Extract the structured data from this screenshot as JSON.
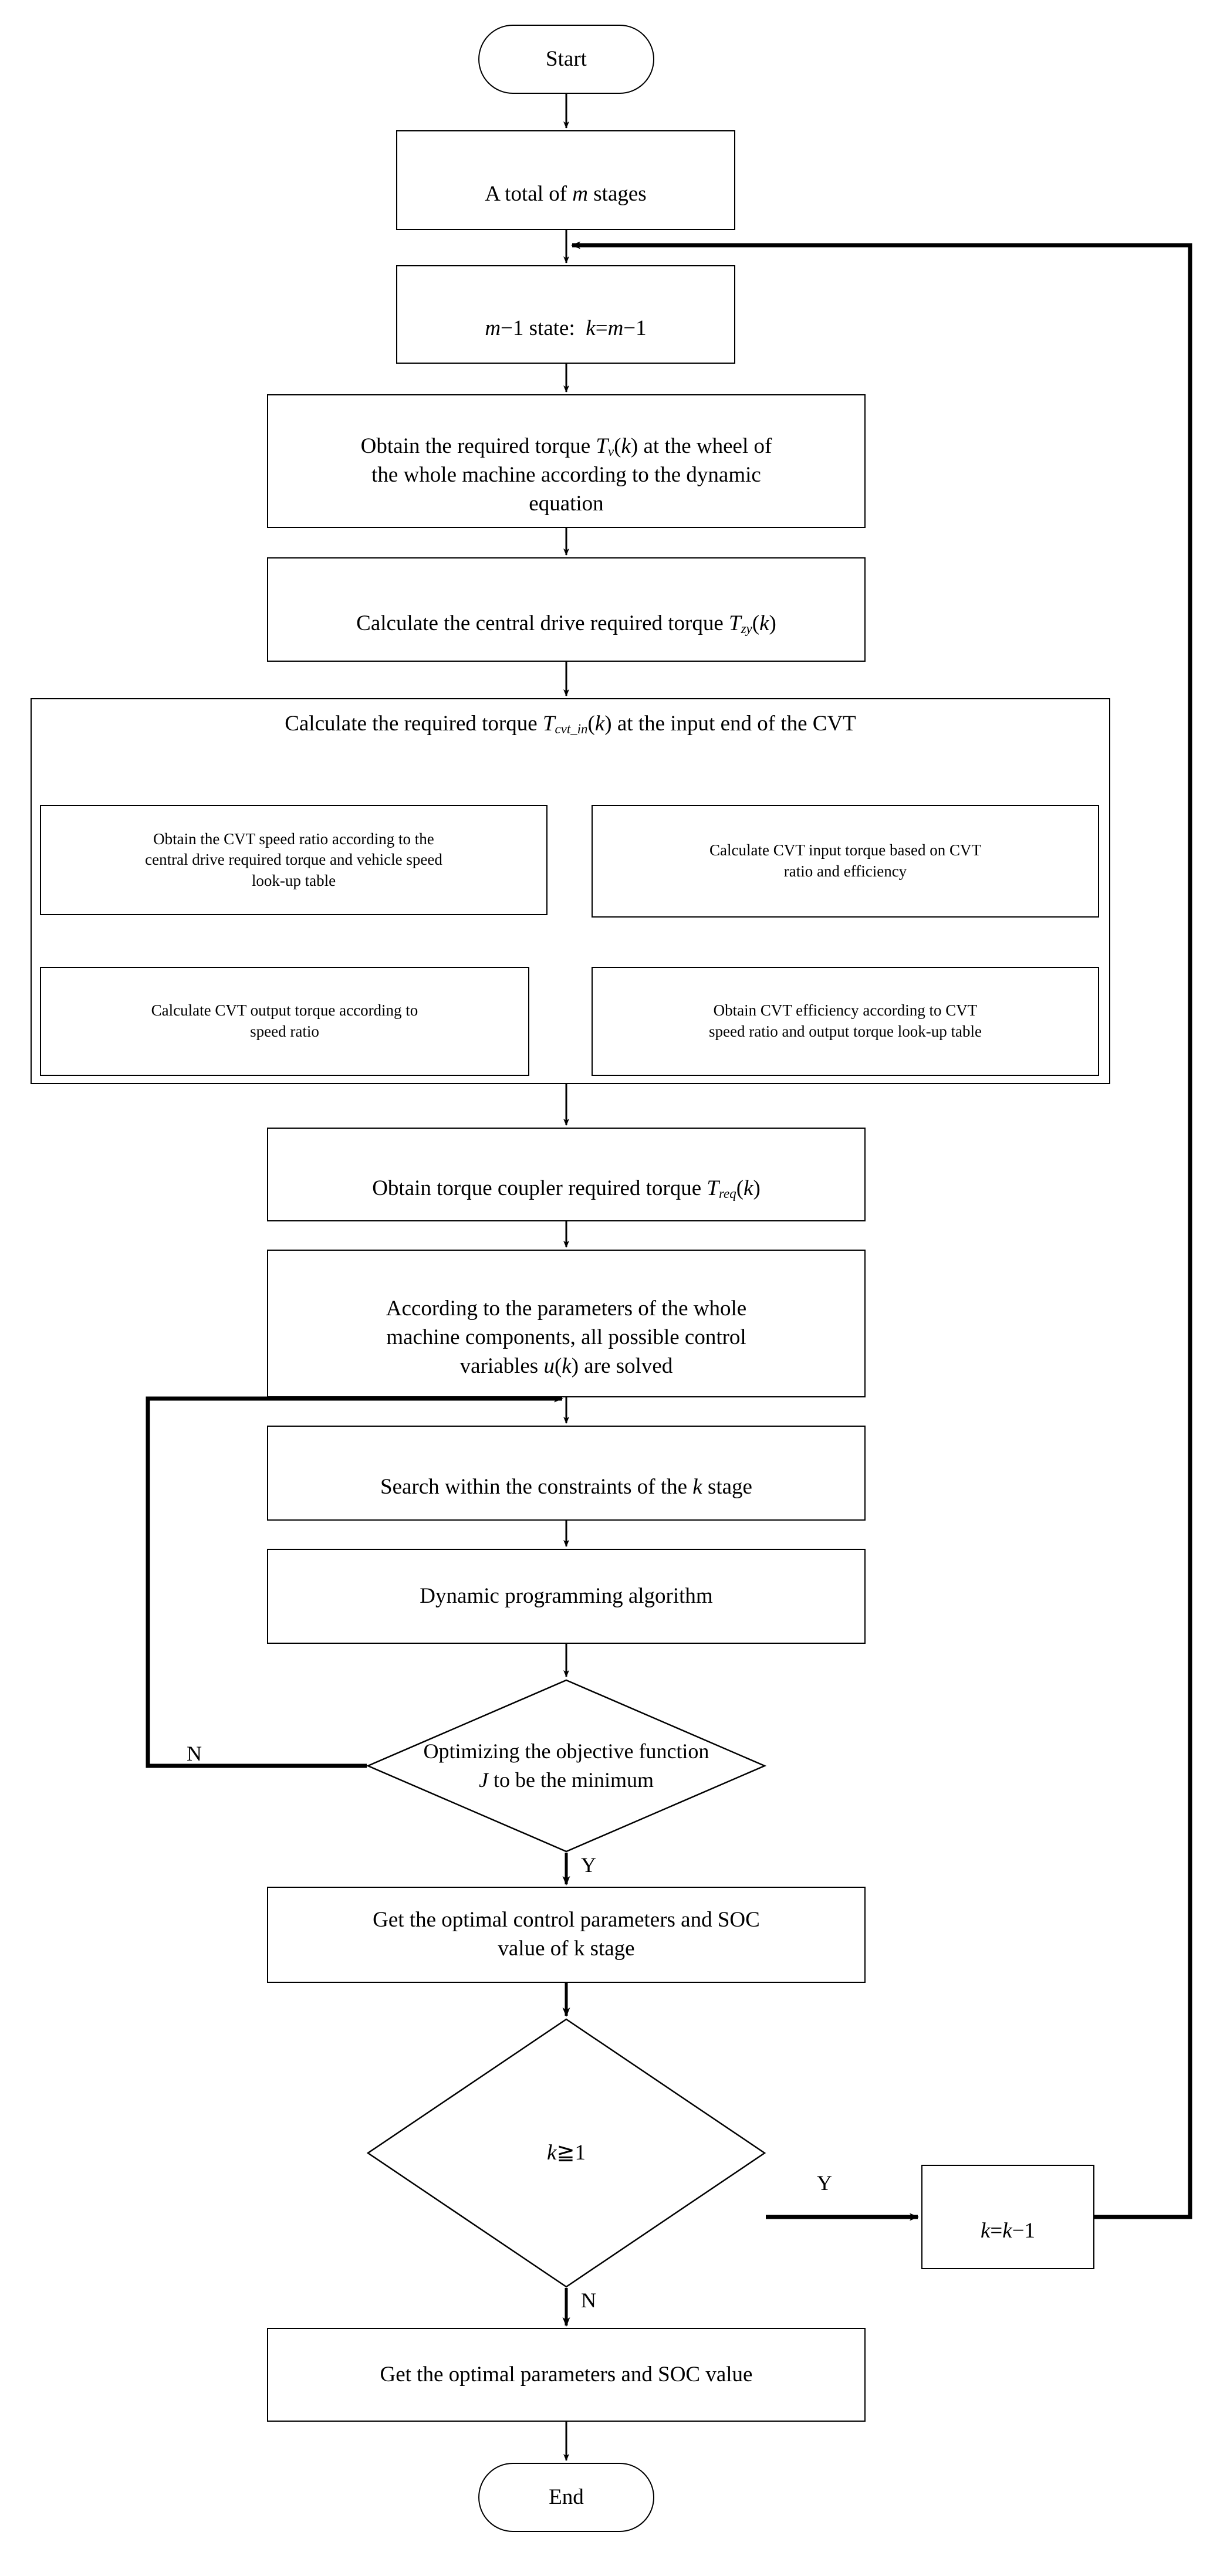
{
  "diagram": {
    "title": "Dynamic programming control strategy flowchart",
    "stroke_color": "#000000",
    "background_color": "#ffffff"
  },
  "nodes": {
    "start": {
      "label": "Start",
      "shape": "terminal"
    },
    "total_stages": {
      "label": "A total of m stages",
      "shape": "process"
    },
    "state_init": {
      "label": "m−1 state:  k=m−1",
      "shape": "process"
    },
    "wheel_torque": {
      "label": "Obtain the required torque Tv(k) at the wheel of\nthe whole machine according to the dynamic\nequation",
      "shape": "process"
    },
    "central_drive": {
      "label": "Calculate the central drive required torque Tzy(k)",
      "shape": "process"
    },
    "cvt_group_title": {
      "label": "Calculate the required torque Tcvt_in(k) at the input end of the CVT",
      "shape": "group"
    },
    "cvt_speed_ratio": {
      "label": "Obtain the CVT speed ratio according to the\ncentral drive required torque and vehicle speed\nlook-up table",
      "shape": "sub"
    },
    "cvt_input_torque": {
      "label": "Calculate CVT input torque based on CVT\nratio and efficiency",
      "shape": "sub"
    },
    "cvt_output_torque": {
      "label": "Calculate CVT output torque according to\nspeed ratio",
      "shape": "sub"
    },
    "cvt_efficiency": {
      "label": "Obtain CVT efficiency according to CVT\nspeed ratio and output torque look-up table",
      "shape": "sub"
    },
    "coupler_torque": {
      "label": "Obtain torque coupler required torque Treq(k)",
      "shape": "process"
    },
    "control_variables": {
      "label": "According to the parameters of the whole\nmachine components, all possible control\nvariables u(k) are solved",
      "shape": "process"
    },
    "search_constraints": {
      "label": "Search within the constraints of the k stage",
      "shape": "process"
    },
    "dp_algorithm": {
      "label": "Dynamic programming algorithm",
      "shape": "process"
    },
    "objective_decision": {
      "label": "Optimizing the objective function\nJ to be the minimum",
      "shape": "decision"
    },
    "optimal_k_stage": {
      "label": "Get the optimal control parameters and SOC\nvalue of k stage",
      "shape": "process"
    },
    "k_decision": {
      "label": "k≧1",
      "shape": "decision"
    },
    "decrement_k": {
      "label": "k=k−1",
      "shape": "process"
    },
    "optimal_final": {
      "label": "Get the optimal parameters and SOC value",
      "shape": "process"
    },
    "end": {
      "label": "End",
      "shape": "terminal"
    }
  },
  "edge_labels": {
    "objective_no": "N",
    "objective_yes": "Y",
    "k_yes": "Y",
    "k_no": "N"
  },
  "math_fragments": {
    "tv": {
      "base": "T",
      "sub": "v",
      "arg": "(k)"
    },
    "tzy": {
      "base": "T",
      "sub": "zy",
      "arg": "(k)"
    },
    "tcvt": {
      "base": "T",
      "sub": "cvt_in",
      "arg": "(k)"
    },
    "treq": {
      "base": "T",
      "sub": "req",
      "arg": "(k)"
    },
    "uk": {
      "base": "u",
      "arg": "(k)"
    },
    "m_var": "m",
    "k_var": "k",
    "j_var": "J"
  }
}
